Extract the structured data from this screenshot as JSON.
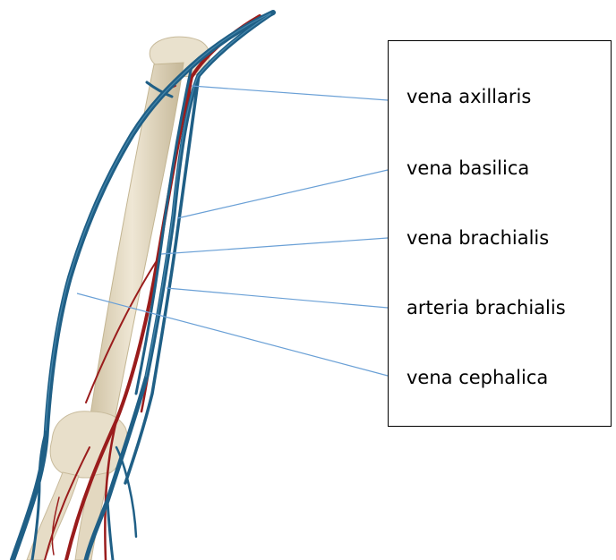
{
  "colors": {
    "vein": "#1f5f86",
    "vein_highlight": "#4f90b5",
    "artery": "#9a1c1c",
    "bone": "#e6dcc6",
    "bone_shadow": "#c7b99a",
    "leader": "#6aa0d6"
  },
  "labels": [
    {
      "text": "vena axillaris"
    },
    {
      "text": "vena basilica"
    },
    {
      "text": "vena brachialis"
    },
    {
      "text": "arteria brachialis"
    },
    {
      "text": "vena cephalica"
    }
  ]
}
